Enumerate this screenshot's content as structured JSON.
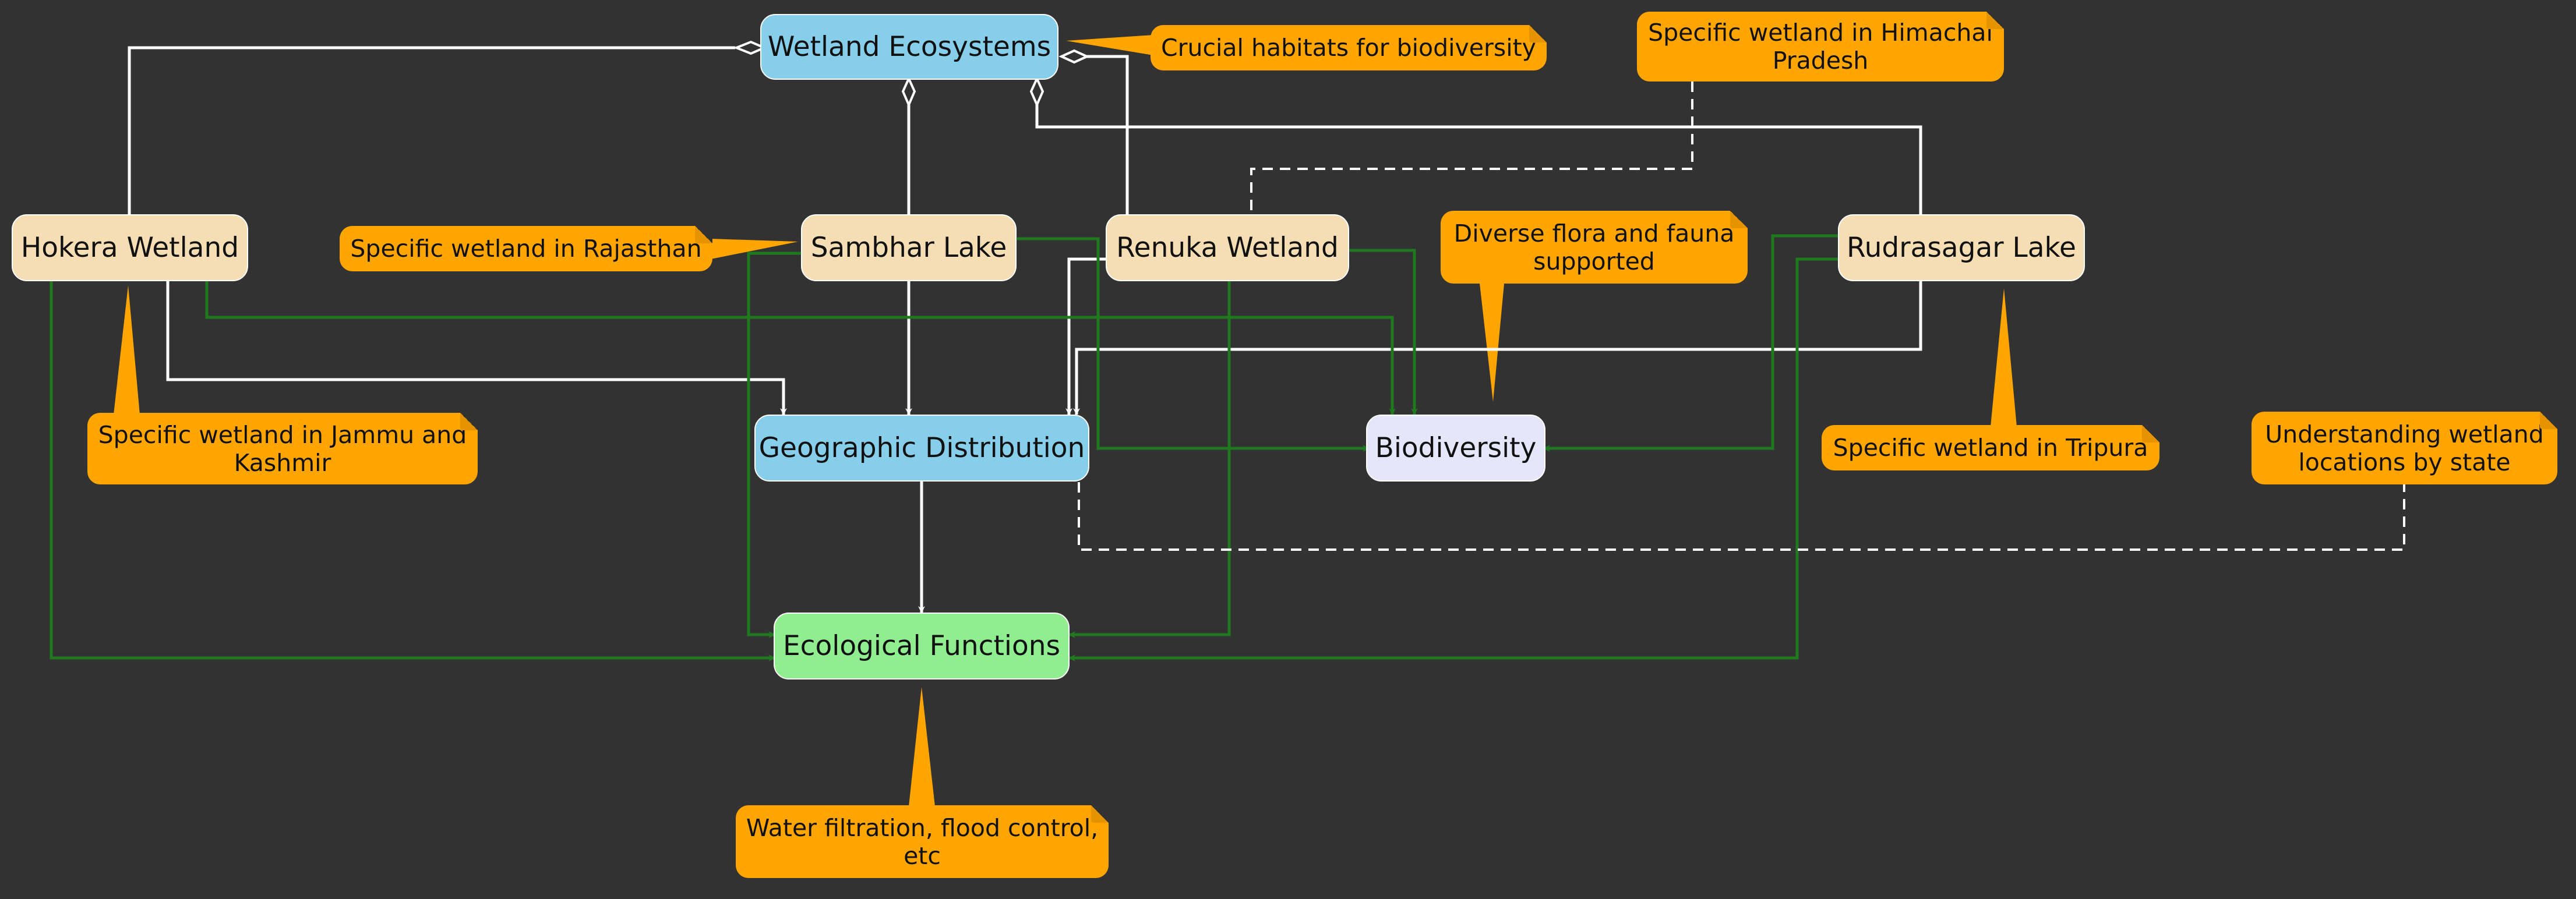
{
  "colors": {
    "background": "#323232",
    "primary_node": "#87ceeb",
    "wetland_node": "#f5deb3",
    "biodiversity_node": "#e6e6fa",
    "functions_node": "#90ee90",
    "note": "#ffa500",
    "edge_white": "#ffffff",
    "edge_green": "#1f7a1f"
  },
  "nodes": {
    "wetland_ecosystems": "Wetland Ecosystems",
    "hokera": "Hokera Wetland",
    "sambhar": "Sambhar Lake",
    "renuka": "Renuka Wetland",
    "rudrasagar": "Rudrasagar Lake",
    "geographic": "Geographic Distribution",
    "biodiversity": "Biodiversity",
    "ecological": "Ecological Functions"
  },
  "notes": {
    "crucial": "Crucial habitats for biodiversity",
    "himachal_1": "Specific wetland in Himachal",
    "himachal_2": "Pradesh",
    "rajasthan": "Specific wetland in Rajasthan",
    "flora_1": "Diverse flora and fauna",
    "flora_2": "supported",
    "jammu_1": "Specific wetland in Jammu and",
    "jammu_2": "Kashmir",
    "tripura": "Specific wetland in Tripura",
    "locations_1": "Understanding wetland",
    "locations_2": "locations by state",
    "water_1": "Water filtration, flood control,",
    "water_2": "etc"
  }
}
